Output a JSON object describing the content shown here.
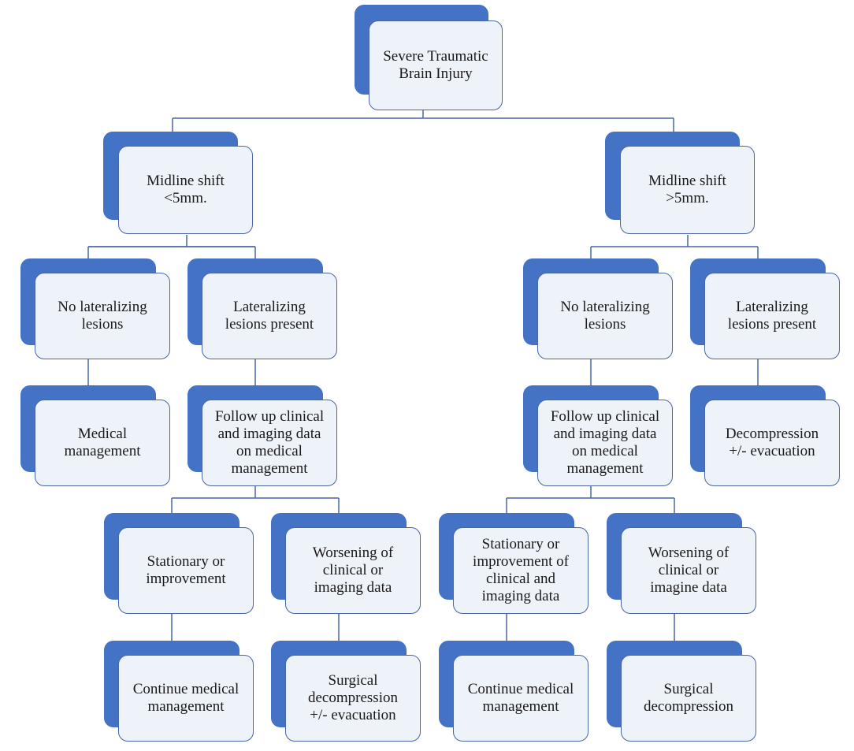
{
  "colors": {
    "accent": "#4472c4",
    "box_fill": "#eef2f9",
    "box_border": "#4a66a6",
    "connector": "#4a66a6",
    "text": "#1a1a1a"
  },
  "nodes": [
    {
      "id": "root",
      "text": "Severe Traumatic\nBrain Injury"
    },
    {
      "id": "left-shift",
      "text": "Midline shift\n<5mm."
    },
    {
      "id": "right-shift",
      "text": "Midline shift\n>5mm."
    },
    {
      "id": "left-no-lat",
      "text": "No lateralizing\nlesions"
    },
    {
      "id": "left-lat",
      "text": "Lateralizing\nlesions present"
    },
    {
      "id": "right-no-lat",
      "text": "No lateralizing\nlesions"
    },
    {
      "id": "right-lat",
      "text": "Lateralizing\nlesions present"
    },
    {
      "id": "left-medical",
      "text": "Medical\nmanagement"
    },
    {
      "id": "left-followup",
      "text": "Follow up clinical\nand imaging  data\non medical\nmanagement"
    },
    {
      "id": "right-followup",
      "text": "Follow up clinical\nand imaging  data\non medical\nmanagement"
    },
    {
      "id": "right-decomp",
      "text": "Decompression\n+/- evacuation"
    },
    {
      "id": "left-stationary",
      "text": "Stationary or\nimprovement"
    },
    {
      "id": "left-worsening",
      "text": "Worsening of\nclinical or\nimaging  data"
    },
    {
      "id": "right-stationary",
      "text": "Stationary or\nimprovement of\nclinical and\nimaging data"
    },
    {
      "id": "right-worsening",
      "text": "Worsening of\nclinical or\nimagine data"
    },
    {
      "id": "left-continue",
      "text": "Continue medical\nmanagement"
    },
    {
      "id": "left-surgical",
      "text": "Surgical\ndecompression\n+/- evacuation"
    },
    {
      "id": "right-continue",
      "text": "Continue medical\nmanagement"
    },
    {
      "id": "right-surgical",
      "text": "Surgical\ndecompression"
    }
  ]
}
